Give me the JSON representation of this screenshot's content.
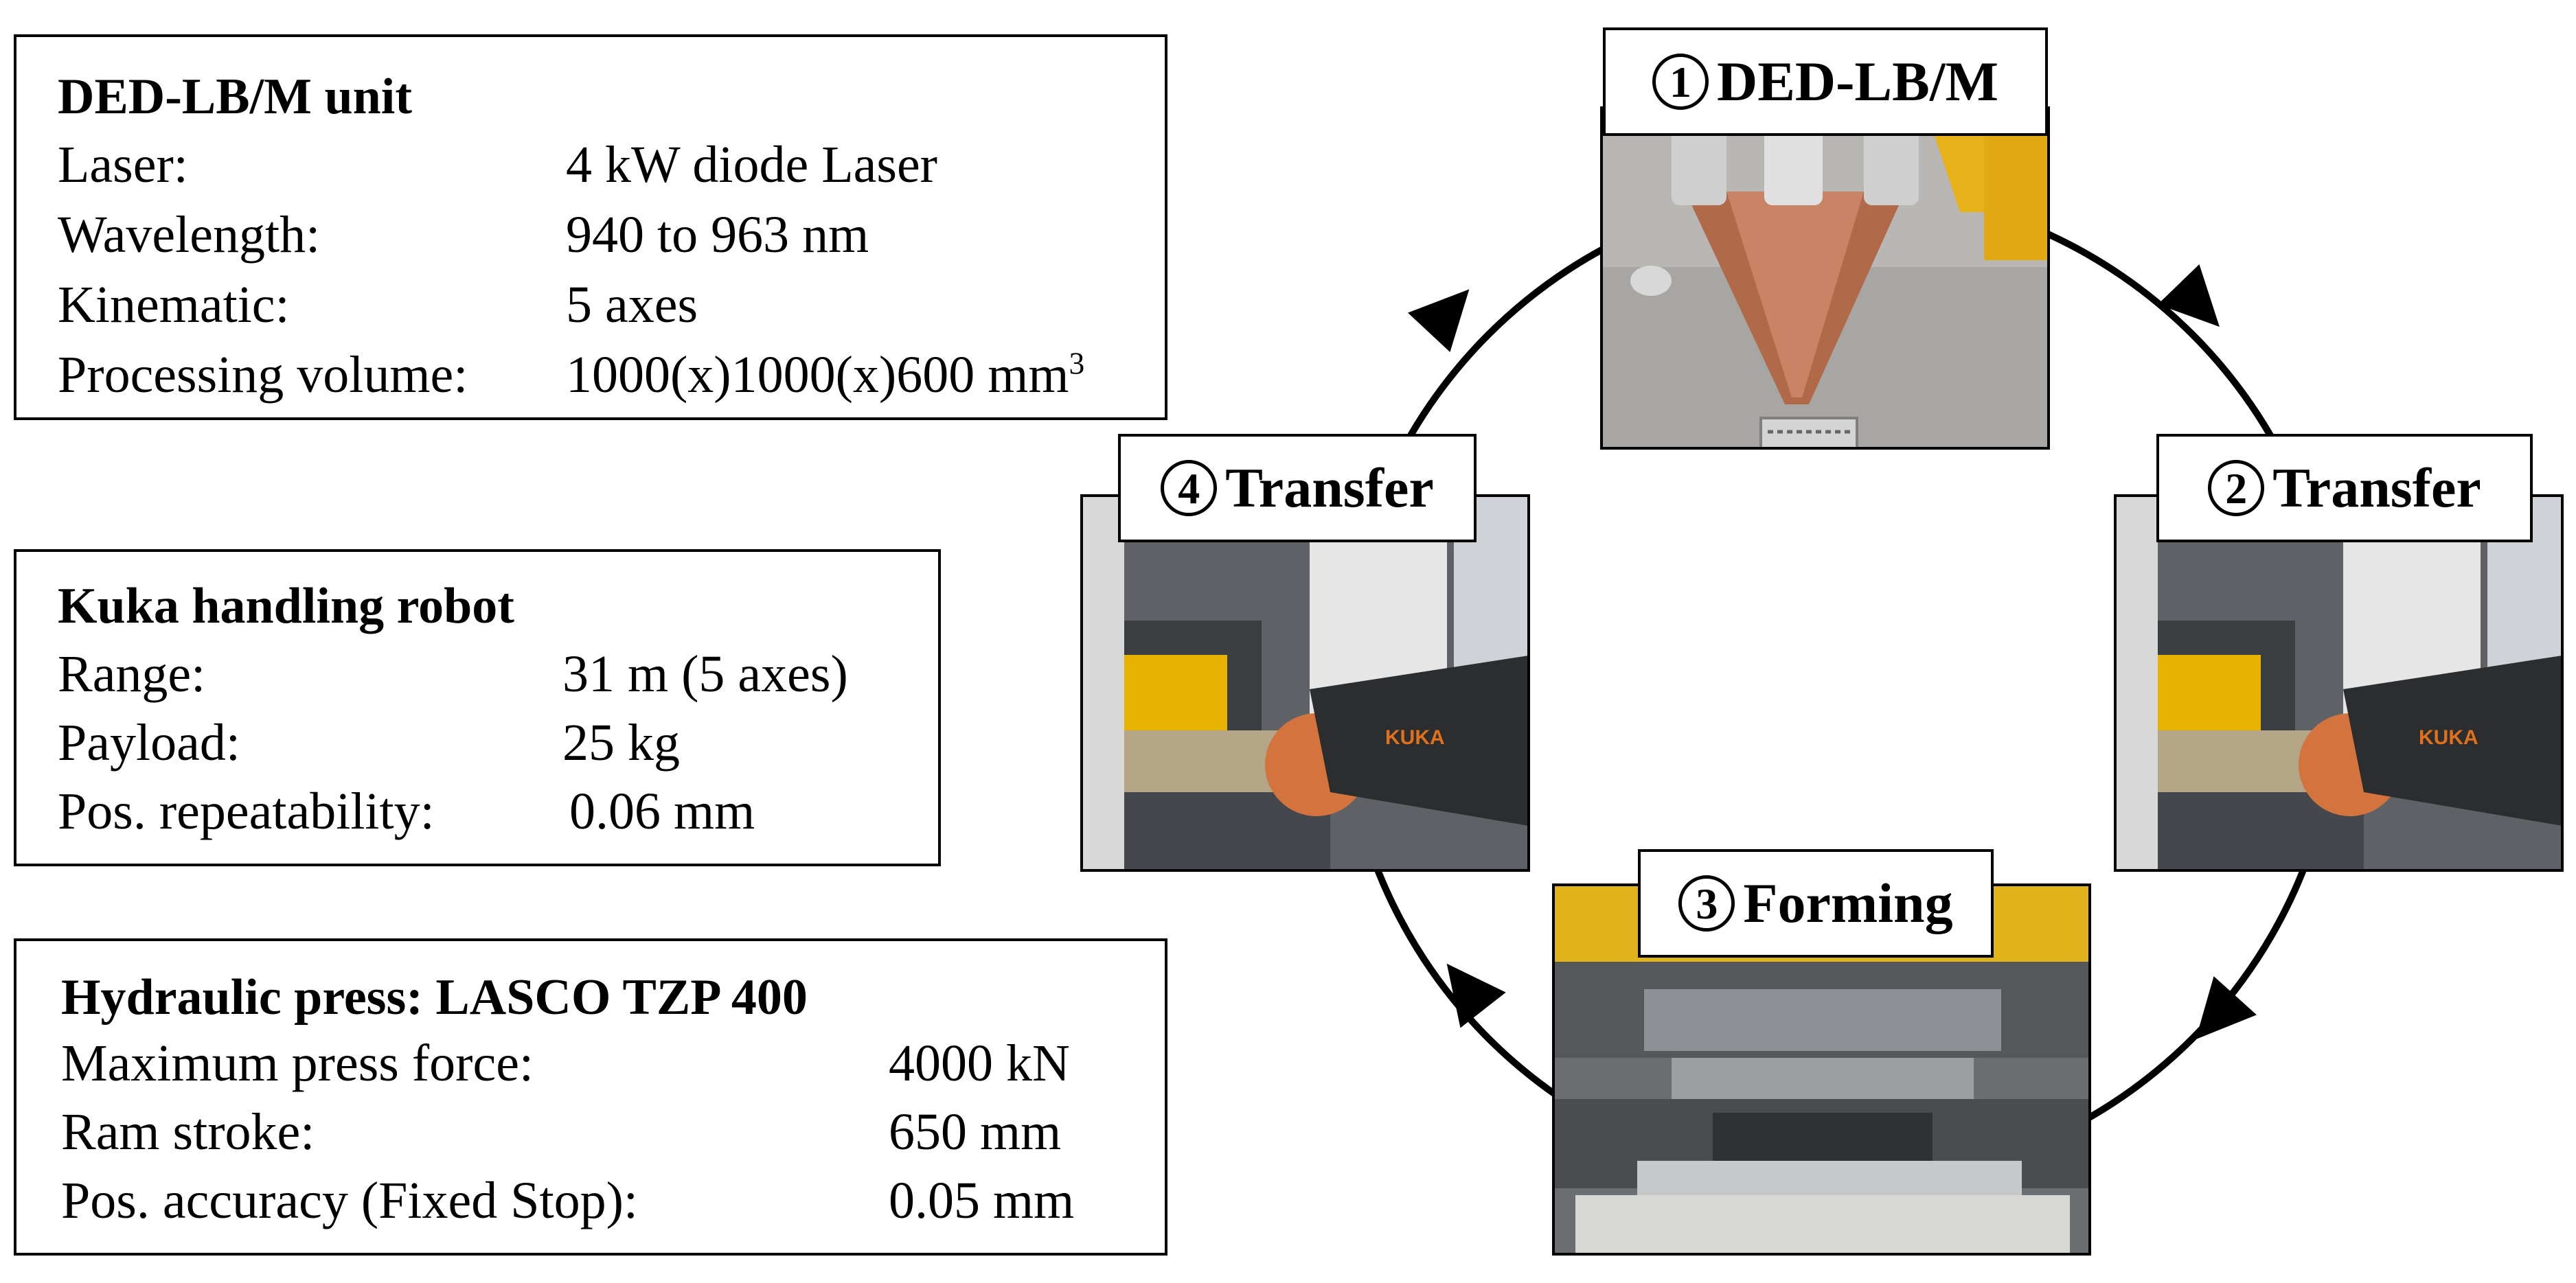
{
  "specs": {
    "ded": {
      "title": "DED-LB/M unit",
      "rows": [
        {
          "label": "Laser:",
          "value": "4 kW diode Laser"
        },
        {
          "label": "Wavelength:",
          "value": "940 to 963 nm"
        },
        {
          "label": "Kinematic:",
          "value": "5 axes"
        },
        {
          "label": "Processing volume:",
          "value": "1000(x)1000(x)600 mm",
          "sup": "3"
        }
      ]
    },
    "kuka": {
      "title": "Kuka handling robot",
      "rows": [
        {
          "label": "Range:",
          "value": "31 m (5 axes)"
        },
        {
          "label": "Payload:",
          "value": "25 kg"
        },
        {
          "label": "Pos. repeatability:",
          "value": "0.06 mm"
        }
      ]
    },
    "press": {
      "title": "Hydraulic press: LASCO TZP 400",
      "rows": [
        {
          "label": "Maximum press force:",
          "value": "4000 kN"
        },
        {
          "label": "Ram stroke:",
          "value": "650 mm"
        },
        {
          "label": "Pos. accuracy (Fixed Stop):",
          "value": "0.05 mm"
        }
      ]
    }
  },
  "stages": [
    {
      "number": "1",
      "label": "DED-LB/M"
    },
    {
      "number": "2",
      "label": "Transfer"
    },
    {
      "number": "3",
      "label": "Forming"
    },
    {
      "number": "4",
      "label": "Transfer"
    }
  ],
  "photo_labels": {
    "robot_brand": "KUKA"
  }
}
